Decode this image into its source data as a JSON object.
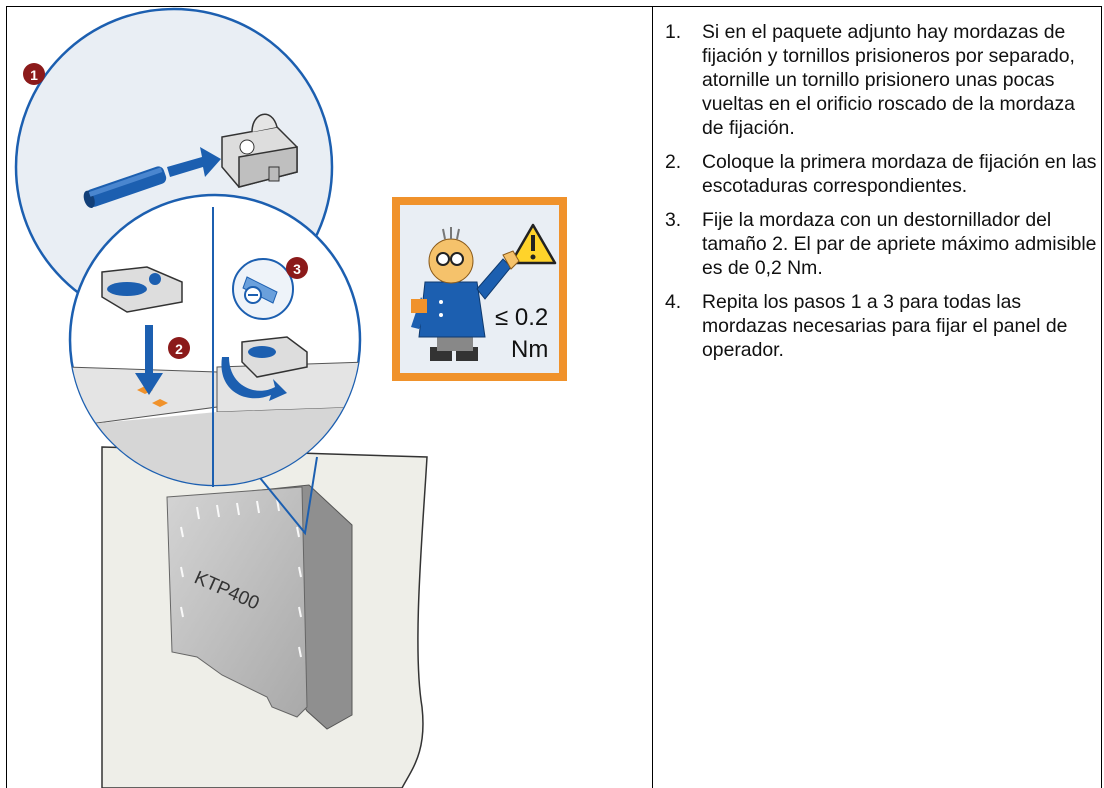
{
  "figure": {
    "device_label": "KTP400",
    "callouts": [
      "1",
      "2",
      "3"
    ],
    "torque": {
      "symbol": "≤ 0.2",
      "unit": "Nm"
    },
    "colors": {
      "accent": "#f0922b",
      "blue": "#1c5fb0",
      "panel": "#eeeee8",
      "circle": "#e9eef4"
    },
    "icons": [
      "warning-triangle-icon",
      "mechanic-character-icon",
      "screwdriver-size-icon",
      "rotation-arrow-icon",
      "down-arrow-icon",
      "right-arrow-icon"
    ]
  },
  "steps": [
    {
      "num": "1.",
      "text": "Si en el paquete adjunto hay mordazas de fijación y tornillos prisioneros por separado, atornille un tornillo prisionero unas pocas vueltas en el orificio roscado de la mordaza de fijación."
    },
    {
      "num": "2.",
      "text": "Coloque la primera mordaza de fijación en las escotaduras correspondientes."
    },
    {
      "num": "3.",
      "text": "Fije la mordaza con un destornillador del tamaño 2. El par de apriete máximo admisible es de 0,2 Nm."
    },
    {
      "num": "4.",
      "text": "Repita los pasos 1 a 3 para todas las mordazas necesarias para fijar el panel de operador."
    }
  ]
}
